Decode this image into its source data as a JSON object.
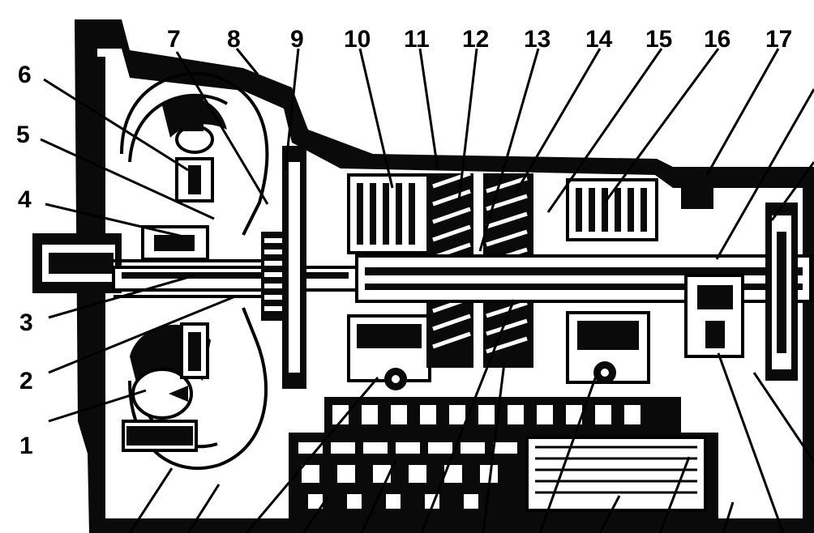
{
  "callouts": [
    {
      "number": "1"
    },
    {
      "number": "2"
    },
    {
      "number": "3"
    },
    {
      "number": "4"
    },
    {
      "number": "5"
    },
    {
      "number": "6"
    },
    {
      "number": "7"
    },
    {
      "number": "8"
    },
    {
      "number": "9"
    },
    {
      "number": "10"
    },
    {
      "number": "11"
    },
    {
      "number": "12"
    },
    {
      "number": "13"
    },
    {
      "number": "14"
    },
    {
      "number": "15"
    },
    {
      "number": "16"
    },
    {
      "number": "17"
    }
  ],
  "colors": {
    "ink": "#0a0a0a",
    "paper": "#ffffff"
  }
}
